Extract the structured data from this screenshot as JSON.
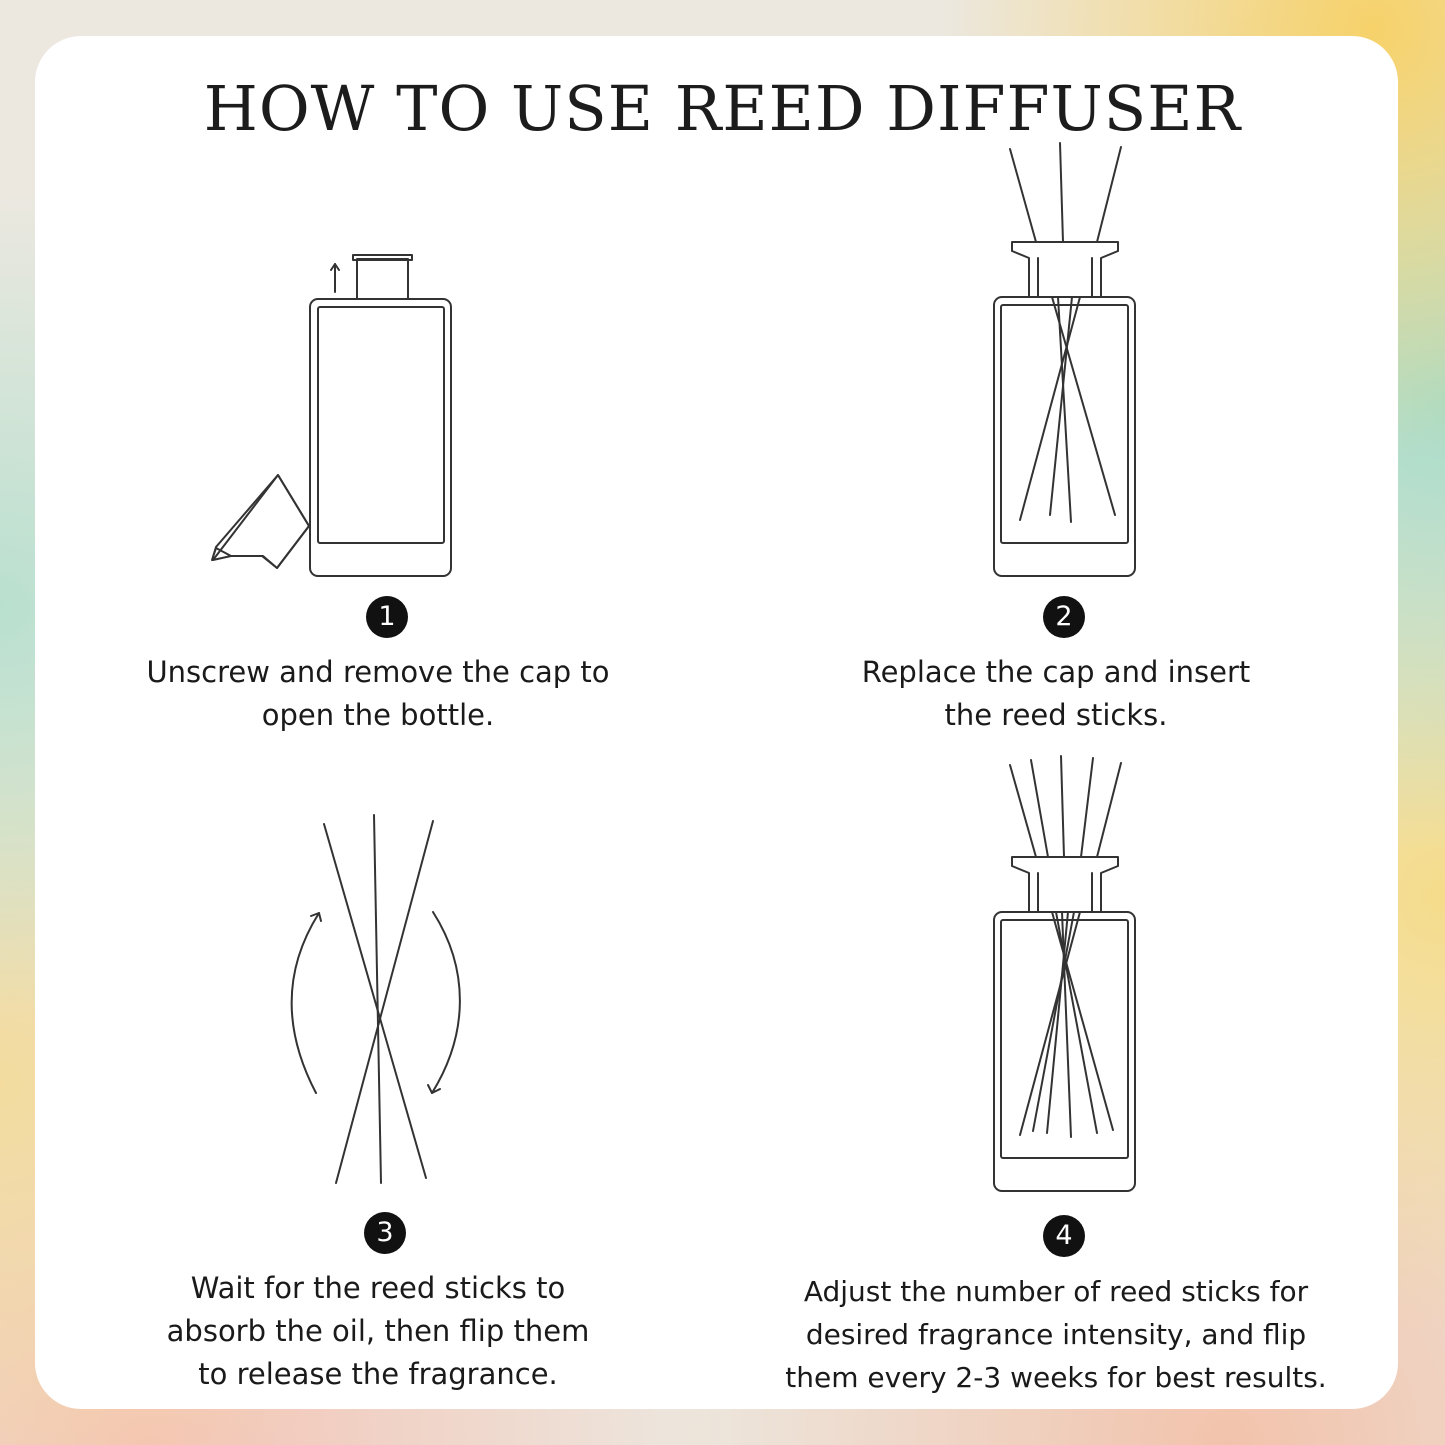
{
  "title": "HOW TO USE REED DIFFUSER",
  "steps": [
    {
      "number": "1",
      "lines": [
        "Unscrew and remove the cap to",
        "open the bottle."
      ]
    },
    {
      "number": "2",
      "lines": [
        "Replace the cap and insert",
        "the reed sticks."
      ]
    },
    {
      "number": "3",
      "lines": [
        "Wait for the reed sticks to",
        "absorb the oil, then flip them",
        "to release the fragrance."
      ]
    },
    {
      "number": "4",
      "lines": [
        "Adjust the number of reed sticks for",
        "desired fragrance intensity, and flip",
        "them every 2-3 weeks for best results."
      ]
    }
  ]
}
